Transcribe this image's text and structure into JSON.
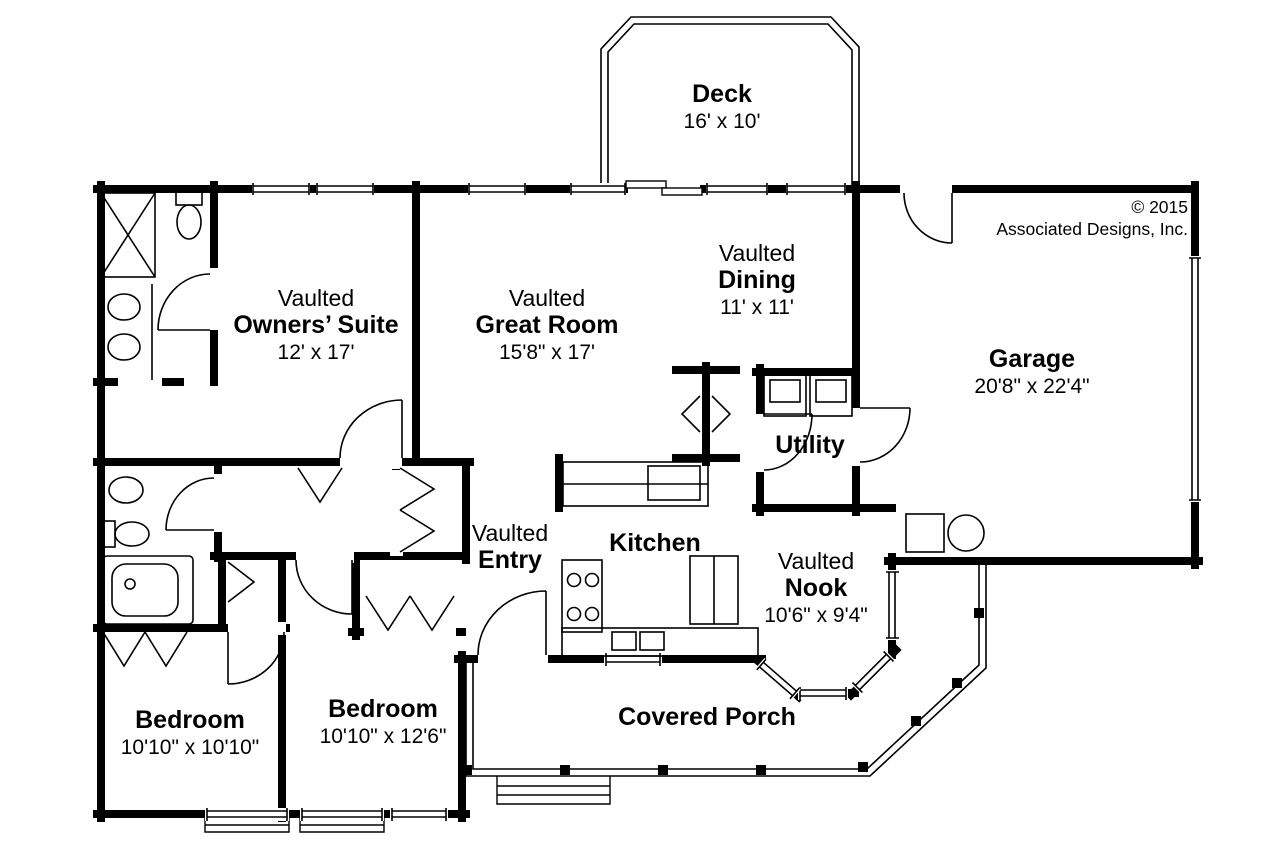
{
  "meta": {
    "copyright_line1": "© 2015",
    "copyright_line2": "Associated Designs, Inc."
  },
  "rooms": {
    "deck": {
      "name": "Deck",
      "dims": "16' x 10'"
    },
    "owners_suite": {
      "prefix": "Vaulted",
      "name": "Owners’ Suite",
      "dims": "12' x 17'"
    },
    "great_room": {
      "prefix": "Vaulted",
      "name": "Great Room",
      "dims": "15'8\" x 17'"
    },
    "dining": {
      "prefix": "Vaulted",
      "name": "Dining",
      "dims": "11' x 11'"
    },
    "garage": {
      "name": "Garage",
      "dims": "20'8\" x 22'4\""
    },
    "utility": {
      "name": "Utility"
    },
    "entry": {
      "prefix": "Vaulted",
      "name": "Entry"
    },
    "kitchen": {
      "name": "Kitchen"
    },
    "nook": {
      "prefix": "Vaulted",
      "name": "Nook",
      "dims": "10'6\" x 9'4\""
    },
    "bedroom_left": {
      "name": "Bedroom",
      "dims": "10'10\" x 10'10\""
    },
    "bedroom_middle": {
      "name": "Bedroom",
      "dims": "10'10\" x 12'6\""
    },
    "covered_porch": {
      "name": "Covered Porch"
    }
  },
  "colors": {
    "wall": "#000000",
    "background": "#ffffff",
    "text": "#000000"
  }
}
